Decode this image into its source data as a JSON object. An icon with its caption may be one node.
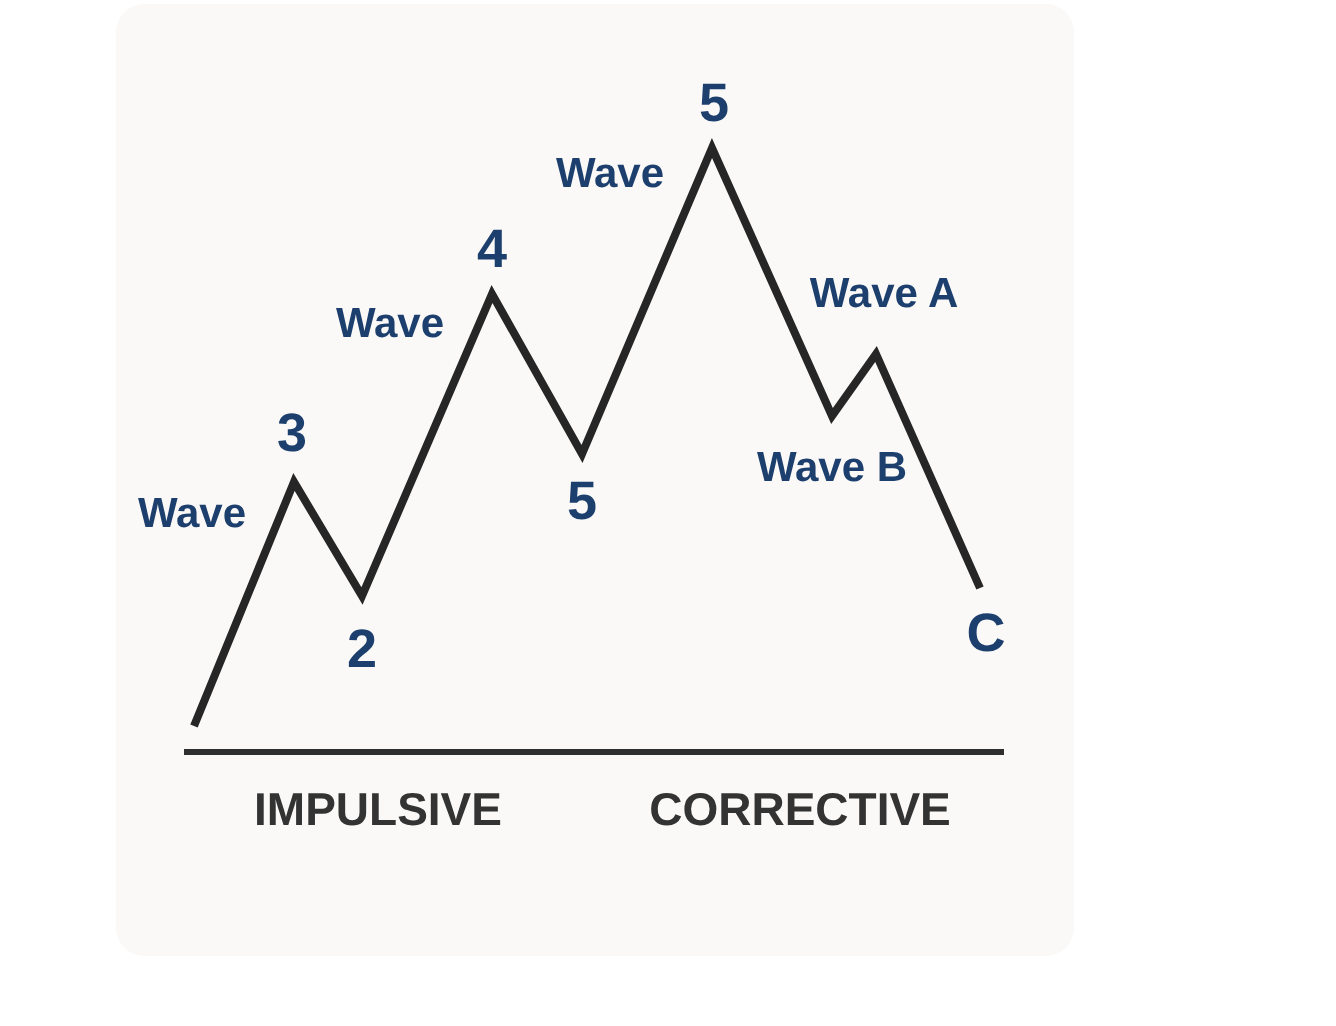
{
  "diagram": {
    "labels": [
      "Wave",
      "3",
      "2",
      "Wave",
      "4",
      "5",
      "Wave",
      "5",
      "Wave A",
      "Wave B",
      "C",
      "IMPULSIVE",
      "CORRECTIVE"
    ]
  }
}
